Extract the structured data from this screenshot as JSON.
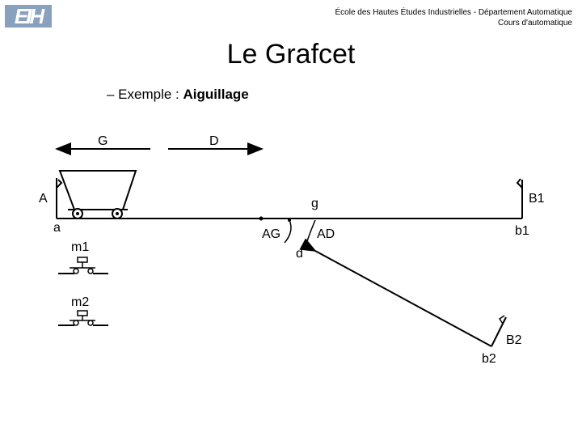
{
  "header": {
    "logo_text": "EIH",
    "line1": "École des Hautes Études Industrielles - Département Automatique",
    "line2": "Cours d'automatique"
  },
  "title": "Le Grafcet",
  "subtitle": {
    "prefix": "– Exemple : ",
    "bold": "Aiguillage"
  },
  "labels": {
    "G": "G",
    "D": "D",
    "A": "A",
    "a": "a",
    "g": "g",
    "B1": "B1",
    "b1": "b1",
    "AG": "AG",
    "AD": "AD",
    "d": "d",
    "m1": "m1",
    "m2": "m2",
    "B2": "B2",
    "b2": "b2"
  }
}
